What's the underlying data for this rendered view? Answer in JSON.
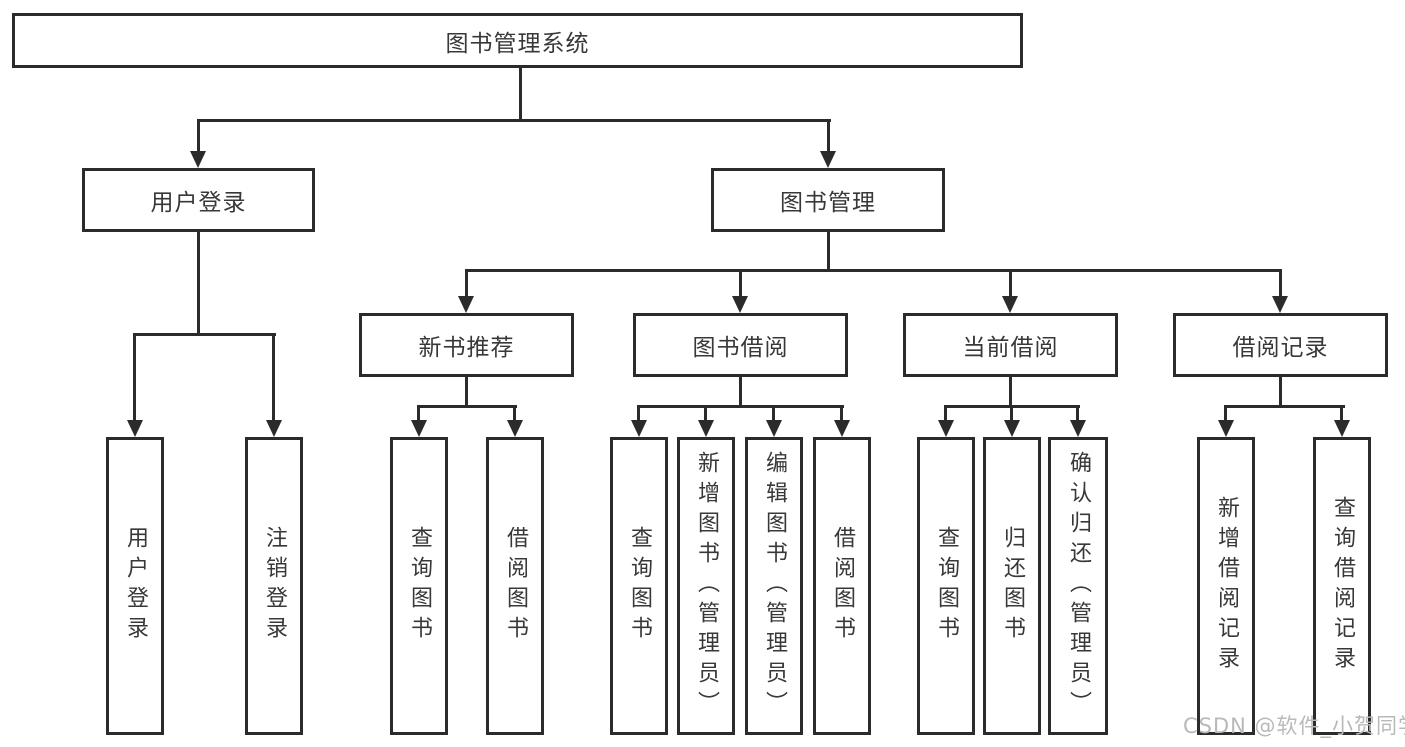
{
  "diagram_title": "图书管理系统",
  "nodes": {
    "root": "图书管理系统",
    "user_login": "用户登录",
    "book_management": "图书管理",
    "new_book_recommend": "新书推荐",
    "book_borrowing": "图书借阅",
    "current_borrowing": "当前借阅",
    "borrowing_records": "借阅记录",
    "leaves": {
      "user_login": [
        "用户登录",
        "注销登录"
      ],
      "new_book_recommend": [
        "查询图书",
        "借阅图书"
      ],
      "book_borrowing": [
        "查询图书",
        "新增图书（管理员）",
        "编辑图书（管理员）",
        "借阅图书"
      ],
      "current_borrowing": [
        "查询图书",
        "归还图书",
        "确认归还（管理员）"
      ],
      "borrowing_records": [
        "新增借阅记录",
        "查询借阅记录"
      ]
    }
  },
  "watermark": "CSDN @软件_小贺同学",
  "colors": {
    "line": "#2b2b2b",
    "text": "#383838",
    "watermark": "#b9b9b9",
    "background": "#ffffff"
  }
}
